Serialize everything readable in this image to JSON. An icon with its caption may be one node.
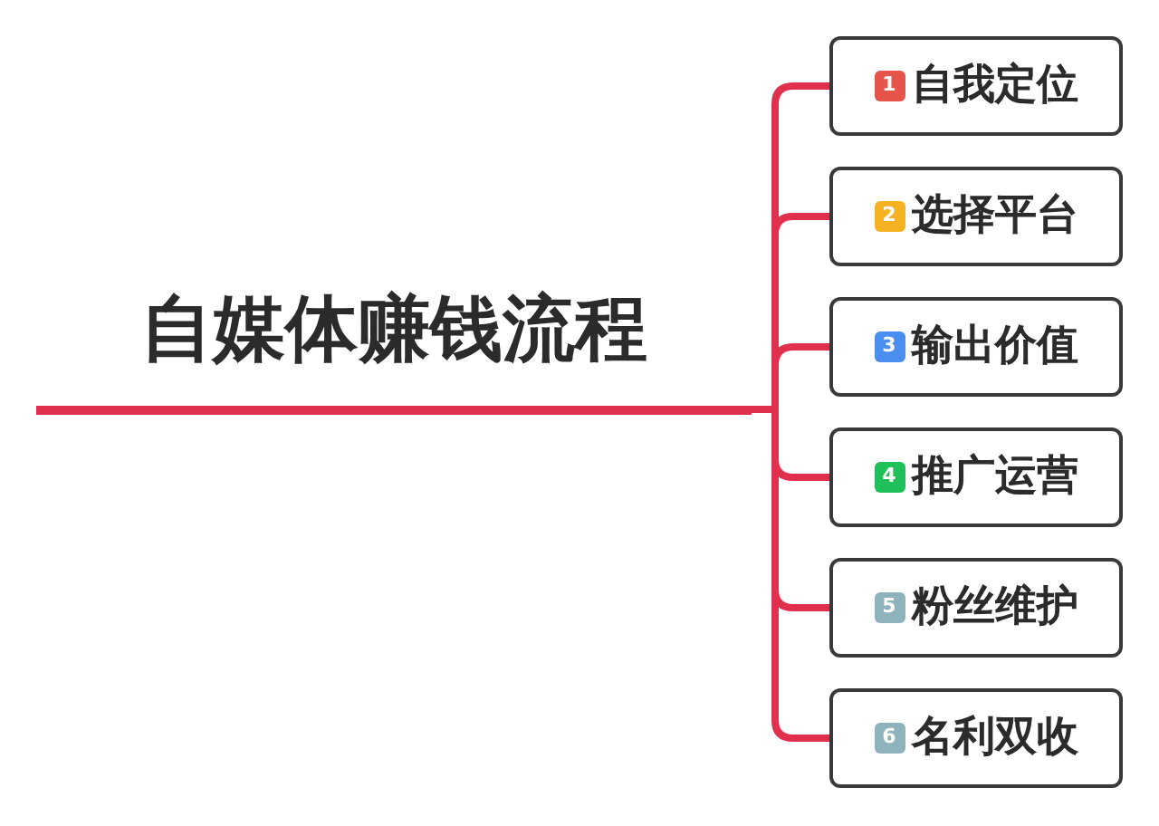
{
  "diagram": {
    "nodes": [
      {
        "text": [
          "自媒体赚钱流程"
        ]
      },
      {
        "text": [
          "1",
          "自我定位"
        ]
      },
      {
        "text": [
          "2",
          "选择平台"
        ]
      },
      {
        "text": [
          "3",
          "输出价值"
        ]
      },
      {
        "text": [
          "4",
          "推广运营"
        ]
      },
      {
        "text": [
          "5",
          "粉丝维护"
        ]
      },
      {
        "text": [
          "6",
          "名利双收"
        ]
      }
    ],
    "edges": [
      {
        "from": 0,
        "to": 1,
        "arrow": "none"
      },
      {
        "from": 0,
        "to": 2,
        "arrow": "none"
      },
      {
        "from": 0,
        "to": 3,
        "arrow": "none"
      },
      {
        "from": 0,
        "to": 4,
        "arrow": "none"
      },
      {
        "from": 0,
        "to": 5,
        "arrow": "none"
      },
      {
        "from": 0,
        "to": 6,
        "arrow": "none"
      }
    ]
  }
}
